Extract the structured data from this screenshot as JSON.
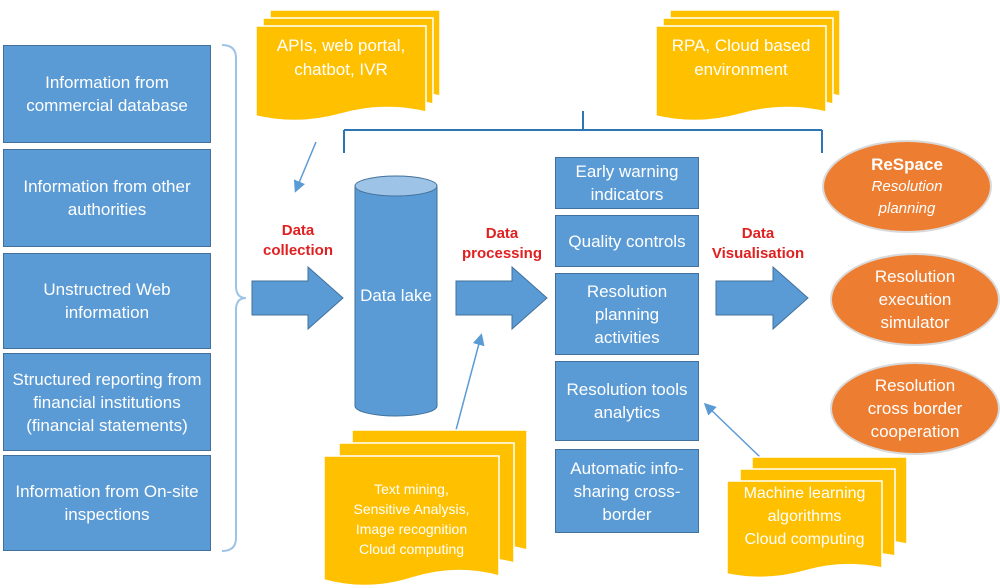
{
  "sources": [
    "Information from commercial database",
    "Information from other authorities",
    "Unstructred Web information",
    "Structured reporting from financial institutions (financial statements)",
    "Information from On-site inspections"
  ],
  "docs": {
    "apis": "APIs, web portal, chatbot, IVR",
    "rpa": "RPA, Cloud based environment",
    "text_mining": [
      "Text mining,",
      "Sensitive Analysis,",
      "Image recognition",
      "Cloud computing"
    ],
    "ml": [
      "Machine learning",
      "algorithms",
      "Cloud computing"
    ]
  },
  "stages": {
    "collection": "Data collection",
    "processing": "Data processing",
    "visualisation": "Data Visualisation"
  },
  "data_lake": "Data lake",
  "processing_boxes": [
    "Early warning indicators",
    "Quality controls",
    "Resolution planning activities",
    "Resolution tools analytics",
    "Automatic info-sharing cross-border"
  ],
  "outputs": {
    "respace_title": "ReSpace",
    "respace_sub": "Resolution planning",
    "simulator": "Resolution execution simulator",
    "cross_border": "Resolution cross border cooperation"
  },
  "colors": {
    "blue_box": "#5b9bd5",
    "blue_border": "#41719c",
    "doc_yellow": "#ffc000",
    "oval_orange": "#ed7d31",
    "label_red": "#e02020"
  }
}
